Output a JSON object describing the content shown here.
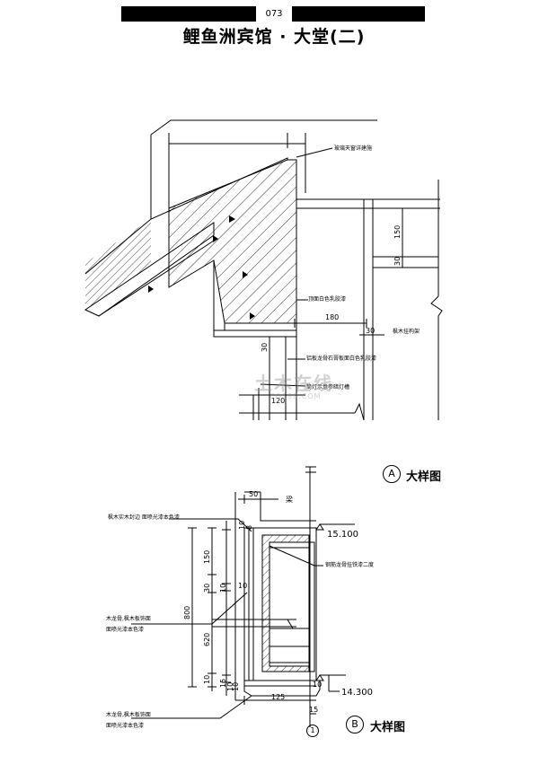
{
  "header": {
    "page_number": "073"
  },
  "title": "鲤鱼洲宾馆 · 大堂(二)",
  "watermark": {
    "text": "土木在线",
    "url": "CO188.COM"
  },
  "top_detail": {
    "notes": [
      "玻璃天窗详建施",
      "顶面白色乳胶漆",
      "枫木挂构架",
      "铝板龙骨石膏板面白色乳胶漆",
      "筒灯示意参暗灯槽"
    ],
    "dims": [
      "150",
      "30",
      "180",
      "30",
      "30",
      "120"
    ]
  },
  "detail_a": {
    "marker": "A",
    "label": "大样图",
    "beam": "梁"
  },
  "detail_b": {
    "marker": "B",
    "label": "大样图",
    "axis": "1",
    "levels": [
      "15.100",
      "14.300"
    ],
    "notes": [
      "枫木实木封边 面喷光漆本色漆",
      "钢筋龙骨挂铁漆二度",
      "木龙骨,枫木板饰面",
      "面喷光漆本色漆",
      "木龙骨,枫木板饰面",
      "面喷光漆本色漆"
    ],
    "dims": [
      "50",
      "10",
      "8",
      "150",
      "30",
      "10",
      "10",
      "800",
      "620",
      "10",
      "15",
      "125",
      "10",
      "15",
      "10",
      "10"
    ]
  }
}
